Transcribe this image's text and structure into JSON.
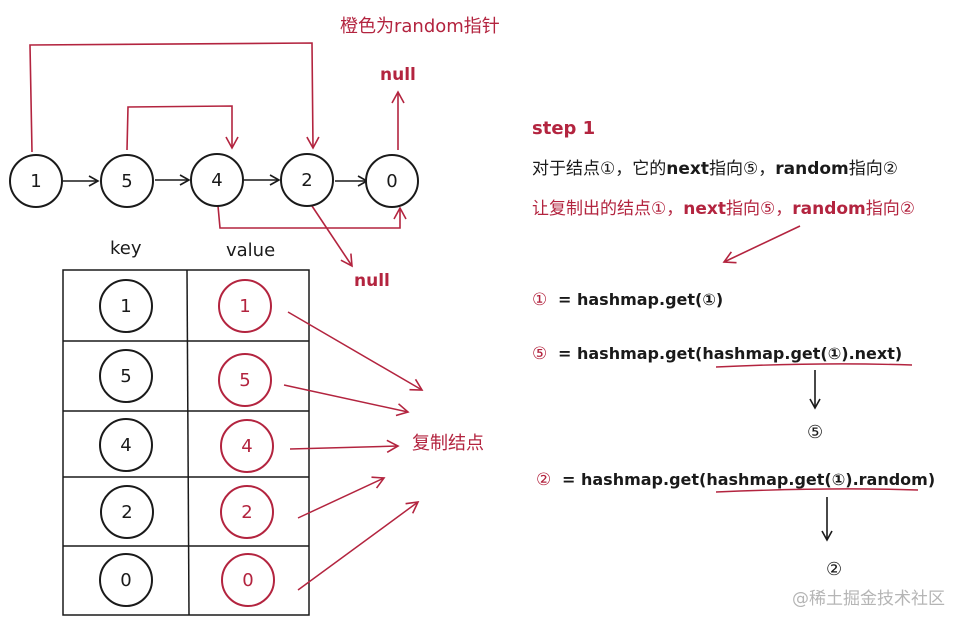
{
  "colors": {
    "ink": "#1a1a1a",
    "accent": "#b3243f",
    "watermark": "#b5b5b5"
  },
  "list": {
    "legend": "橙色为random指针",
    "nodes": [
      "1",
      "5",
      "4",
      "2",
      "0"
    ],
    "null_top": "null",
    "null_bottom": "null"
  },
  "table": {
    "key_header": "key",
    "value_header": "value",
    "keys": [
      "1",
      "5",
      "4",
      "2",
      "0"
    ],
    "values": [
      "1",
      "5",
      "4",
      "2",
      "0"
    ],
    "copy_label": "复制结点"
  },
  "explain": {
    "step": "step 1",
    "line1_prefix": "对于结点①，它的",
    "line1_next": "next",
    "line1_mid": "指向⑤，",
    "line1_random": "random",
    "line1_suffix": "指向②",
    "line2_prefix": "让复制出的结点①，",
    "line2_next": "next",
    "line2_mid": "指向⑤，",
    "line2_random": "random",
    "line2_suffix": "指向②",
    "eq1_lhs": "①",
    "eq1_rhs": "= hashmap.get(①)",
    "eq2_lhs": "⑤",
    "eq2_rhs": "= hashmap.get(hashmap.get(①).next)",
    "eq2_result": "⑤",
    "eq3_lhs": "②",
    "eq3_rhs": "= hashmap.get(hashmap.get(①).random)",
    "eq3_result": "②"
  },
  "watermark": "@稀土掘金技术社区"
}
